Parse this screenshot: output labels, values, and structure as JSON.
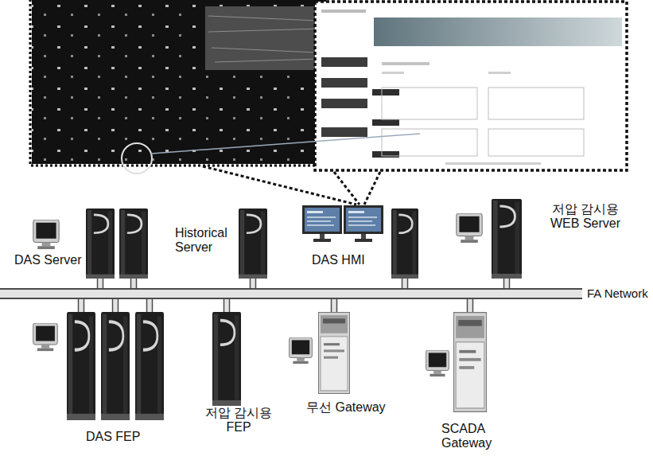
{
  "diagram": {
    "nodes": [
      {
        "text": [
          "DAS Server"
        ]
      },
      {
        "text": [
          "Historical Server"
        ]
      },
      {
        "text": [
          "DAS HMI"
        ]
      },
      {
        "text": [
          "저압 감시용 WEB Server"
        ]
      },
      {
        "text": [
          "FA Network"
        ]
      },
      {
        "text": [
          "DAS FEP"
        ]
      },
      {
        "text": [
          "저압 감시용 FEP"
        ]
      },
      {
        "text": [
          "무선 Gateway"
        ]
      },
      {
        "text": [
          "SCADA Gateway"
        ]
      }
    ],
    "edges": [
      {
        "from": 0,
        "to": 4,
        "arrow": "none"
      },
      {
        "from": 1,
        "to": 4,
        "arrow": "none"
      },
      {
        "from": 2,
        "to": 4,
        "arrow": "none"
      },
      {
        "from": 3,
        "to": 4,
        "arrow": "none"
      },
      {
        "from": 5,
        "to": 4,
        "arrow": "none"
      },
      {
        "from": 6,
        "to": 4,
        "arrow": "none"
      },
      {
        "from": 7,
        "to": 4,
        "arrow": "none"
      },
      {
        "from": 8,
        "to": 4,
        "arrow": "none"
      }
    ]
  }
}
